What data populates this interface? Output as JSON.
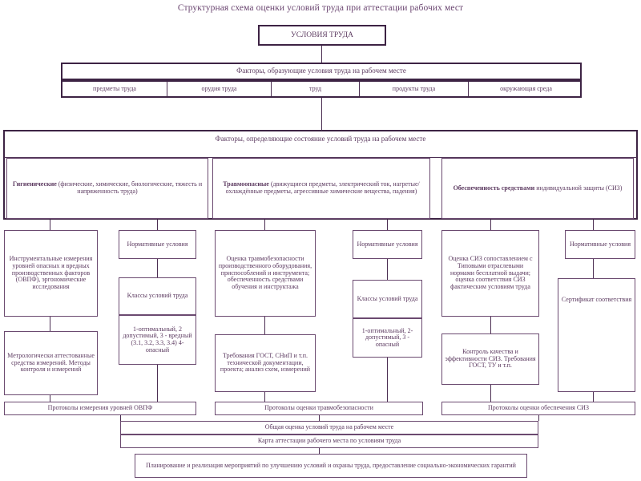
{
  "diagram": {
    "title": "Структурная схема оценки условий труда при аттестации рабочих мест",
    "root": "УСЛОВИЯ ТРУДА",
    "forming_factors": {
      "header": "Факторы, образующие условия труда на рабочем месте",
      "items": [
        "предметы труда",
        "орудия труда",
        "труд",
        "продукты труда",
        "окружающая среда"
      ]
    },
    "state_factors": {
      "header": "Факторы, определяющие состояние условий труда на рабочем месте",
      "categories": [
        {
          "lead": "Гигиенические",
          "rest": " (физические, химические, биологические, тяжесть и напряженность труда)"
        },
        {
          "lead": "Травмоопасные",
          "rest": " (движущиеся предметы, электрический ток, нагретые/охлаждённые предметы, агрессивные химические вещества, падения)"
        },
        {
          "lead": "Обеспеченность средствами",
          "rest": " индивидуальной защиты (СИЗ)"
        }
      ]
    },
    "columns": {
      "hygiene_method": "Инструментальные измерения уровней опасных и вредных производственных факторов (ОВПФ), эргономические исследования",
      "hygiene_tools": "Метрологически аттестованные средства измерений. Методы контроля и измерений",
      "hygiene_norms": "Нормативные условия",
      "hygiene_classes_title": "Классы условий труда",
      "hygiene_classes_list": "1-оптимальный, 2 допустимый, 3 - вредный (3.1, 3.2, 3.3, 3.4) 4- опасный",
      "trauma_method": "Оценка травмобезопасности производственного оборудования, приспособлений и инструмента; обеспеченность средствами обучения и инструктажа",
      "trauma_docs": "Требования ГОСТ, СНиП и т.п. технической документации, проекта; анализ схем, измерений",
      "trauma_norms": "Нормативные условия",
      "trauma_classes_title": "Классы условий труда",
      "trauma_classes_list": "1-оптимальный, 2-допустимый, 3 - опасный",
      "ppe_method": "Оценка СИЗ сопоставлением с Типовыми отраслевыми нормами бесплатной выдачи; оценка соответствия СИЗ фактическим условиям труда",
      "ppe_control": "Контроль качества и эффективности СИЗ. Требования ГОСТ, ТУ и т.п.",
      "ppe_norms": "Нормативные условия",
      "ppe_certificate": "Сертификат соответствия"
    },
    "protocols": [
      "Протоколы измерения уровней ОВПФ",
      "Протоколы оценки травмобезопасности",
      "Протоколы оценки обеспечения СИЗ"
    ],
    "summary": [
      "Общая оценка условий труда на рабочем месте",
      "Карта аттестации рабочего места по условиям труда"
    ],
    "final": "Планирование и реализация мероприятий по улучшению условий и охраны труда, предоставление социально-экономических гарантий"
  },
  "colors": {
    "ink": "#5c3a60",
    "border": "#4b2e52",
    "background": "#ffffff"
  }
}
